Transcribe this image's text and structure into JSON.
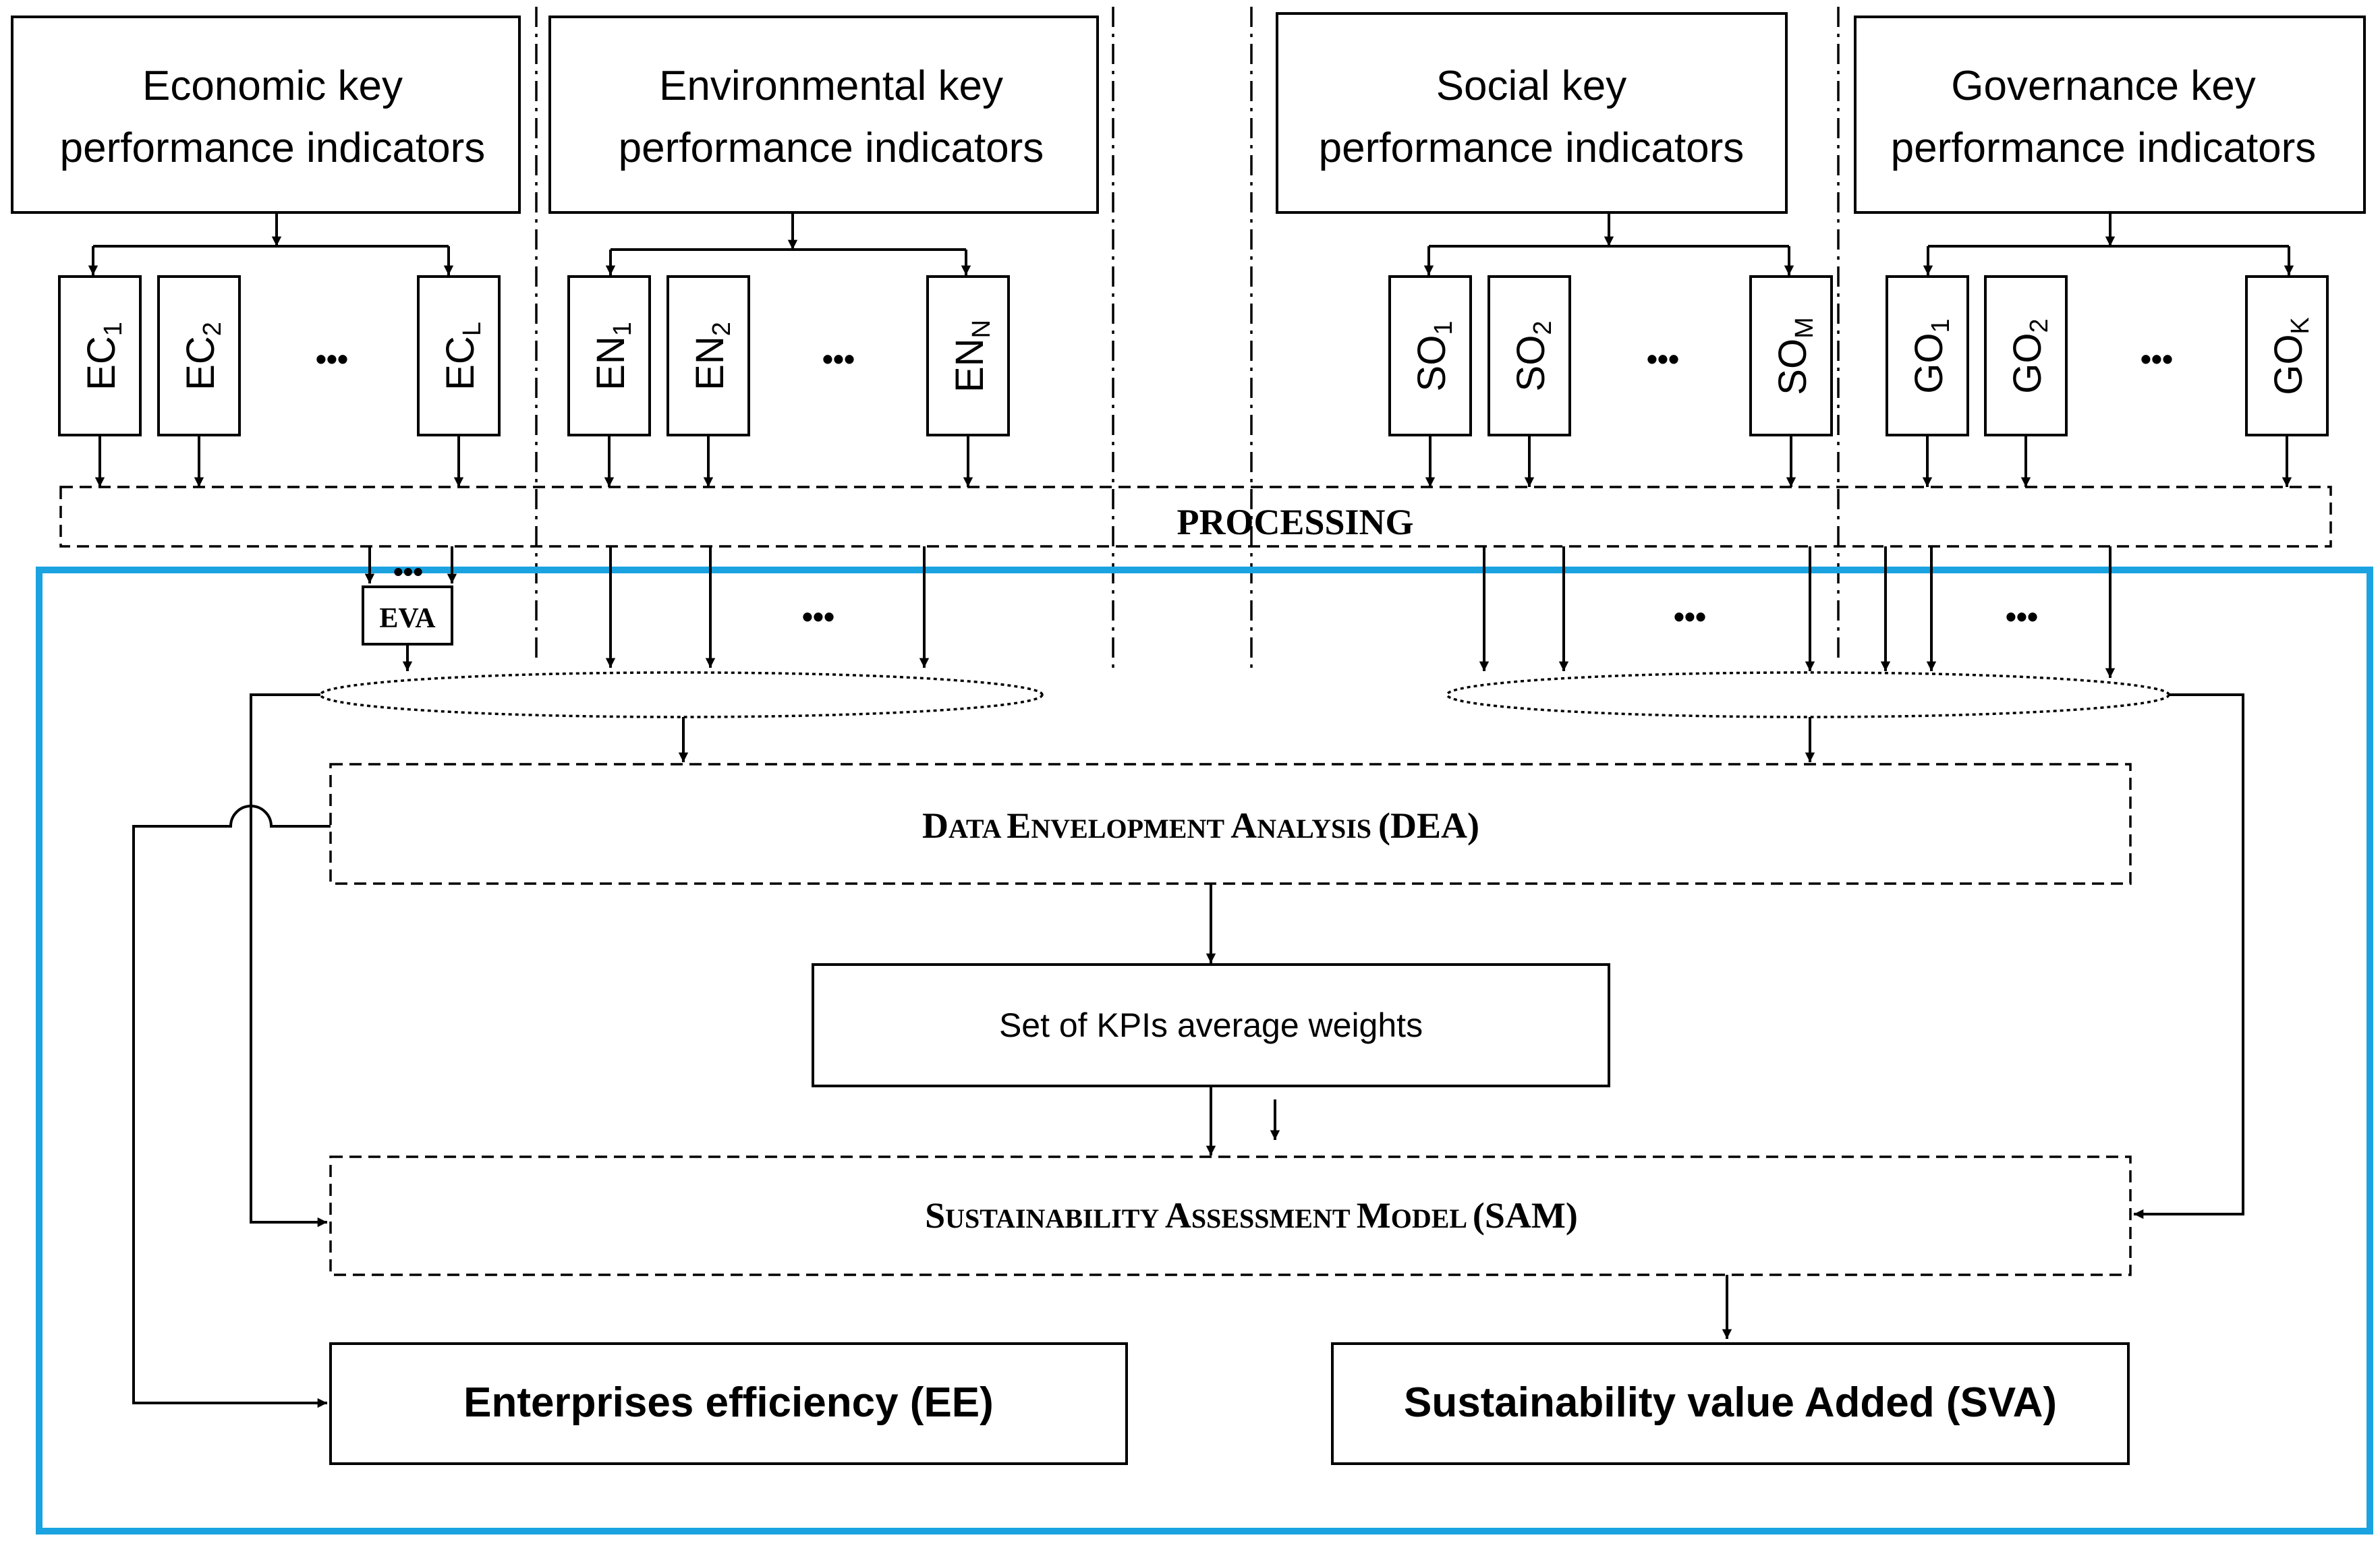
{
  "categories": [
    {
      "id": "economic",
      "title_line1": "Economic key",
      "title_line2": "performance indicators",
      "indicators": [
        {
          "base": "EC",
          "sub": "1"
        },
        {
          "base": "EC",
          "sub": "2"
        },
        {
          "base": "EC",
          "sub": "L"
        }
      ]
    },
    {
      "id": "environmental",
      "title_line1": "Environmental key",
      "title_line2": "performance indicators",
      "indicators": [
        {
          "base": "EN",
          "sub": "1"
        },
        {
          "base": "EN",
          "sub": "2"
        },
        {
          "base": "EN",
          "sub": "N"
        }
      ]
    },
    {
      "id": "social",
      "title_line1": "Social key",
      "title_line2": "performance indicators",
      "indicators": [
        {
          "base": "SO",
          "sub": "1"
        },
        {
          "base": "SO",
          "sub": "2"
        },
        {
          "base": "SO",
          "sub": "M"
        }
      ]
    },
    {
      "id": "governance",
      "title_line1": "Governance key",
      "title_line2": "performance indicators",
      "indicators": [
        {
          "base": "GO",
          "sub": "1"
        },
        {
          "base": "GO",
          "sub": "2"
        },
        {
          "base": "GO",
          "sub": "K"
        }
      ]
    }
  ],
  "ellipsis": "•••",
  "processing_label": "PROCESSING",
  "eva_label": "EVA",
  "dea": {
    "first": [
      "D",
      "ATA "
    ],
    "second": [
      "E",
      "NVELOPMENT "
    ],
    "third": [
      "A",
      "NALYSIS "
    ],
    "tail": "(DEA)"
  },
  "weights_label": "Set of KPIs average weights",
  "sam": {
    "first": [
      "S",
      "USTAINABILITY "
    ],
    "second": [
      "A",
      "SSESSMENT "
    ],
    "third": [
      "M",
      "ODEL "
    ],
    "tail": "(SAM)"
  },
  "ee_label": "Enterprises efficiency (EE)",
  "sva_label": "Sustainability value Added (SVA)",
  "colors": {
    "frame": "#1aa3e0",
    "stroke": "#000000"
  }
}
